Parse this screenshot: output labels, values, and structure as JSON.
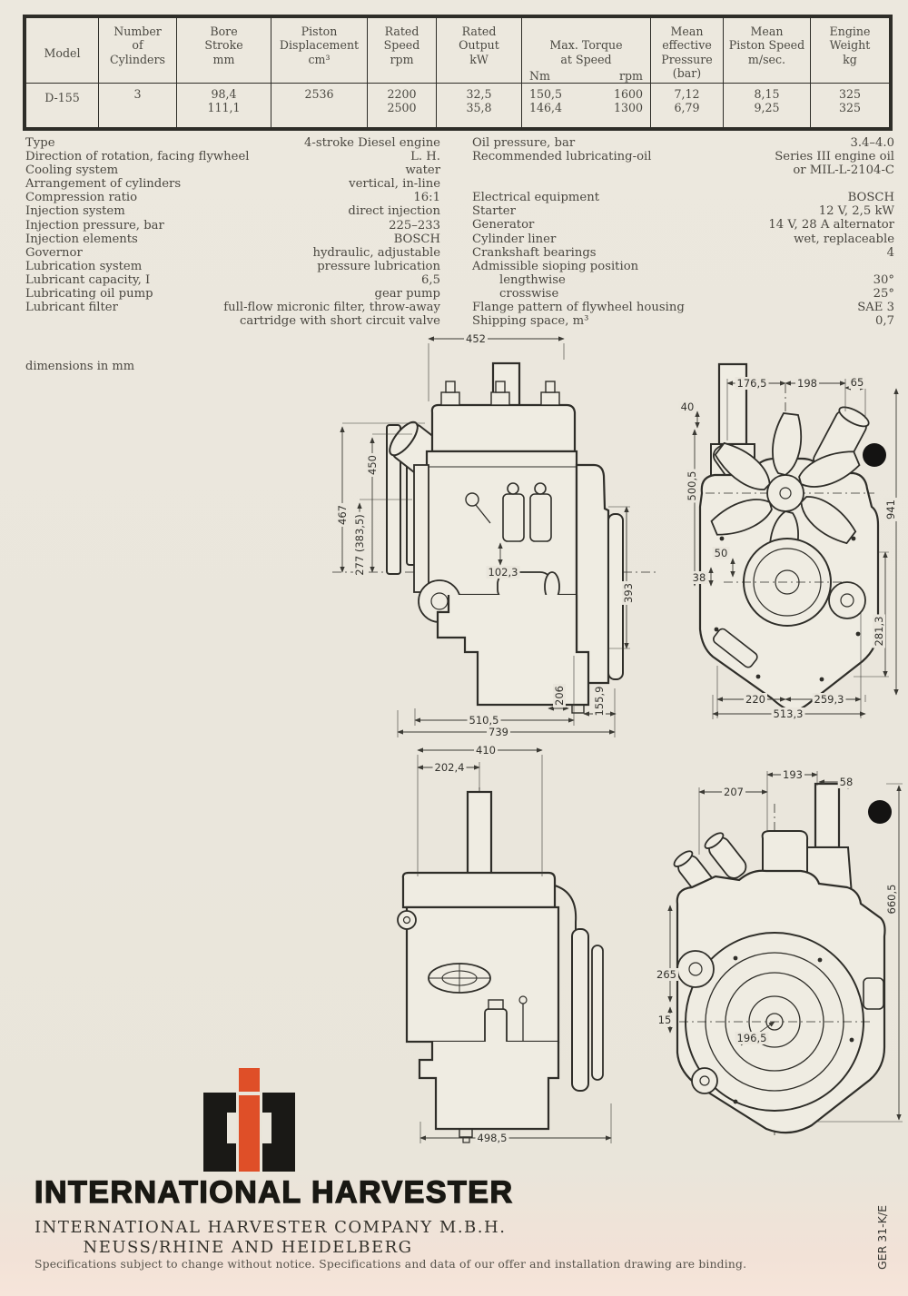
{
  "table": {
    "headers": {
      "model": "Model",
      "cylinders": "Number\nof\nCylinders",
      "bore_stroke": "Bore\nStroke\nmm",
      "displacement": "Piston\nDisplacement\ncm³",
      "rated_speed": "Rated\nSpeed\nrpm",
      "rated_output": "Rated\nOutput\nkW",
      "max_torque": "Max. Torque\nat Speed",
      "torque_nm_unit": "Nm",
      "torque_rpm_unit": "rpm",
      "mep": "Mean\neffective\nPressure\n(bar)",
      "piston_speed": "Mean\nPiston Speed\nm/sec.",
      "weight": "Engine\nWeight\nkg"
    },
    "row": {
      "model": "D-155",
      "cylinders": "3",
      "bore_stroke": "98,4\n111,1",
      "displacement": "2536",
      "rated_speed": "2200\n2500",
      "rated_output": "32,5\n35,8",
      "torque_nm": "150,5\n146,4",
      "torque_rpm": "1600\n1300",
      "mep": "7,12\n6,79",
      "piston_speed": "8,15\n9,25",
      "weight": "325\n325"
    }
  },
  "specs": {
    "left": [
      {
        "label": "Type",
        "value": "4-stroke Diesel engine"
      },
      {
        "label": "Direction of rotation, facing flywheel",
        "value": "L. H."
      },
      {
        "label": "Cooling system",
        "value": "water"
      },
      {
        "label": "Arrangement of cylinders",
        "value": "vertical, in-line"
      },
      {
        "label": "Compression ratio",
        "value": "16:1"
      },
      {
        "label": "Injection system",
        "value": "direct injection"
      },
      {
        "label": "Injection pressure, bar",
        "value": "225–233"
      },
      {
        "label": "Injection elements",
        "value": "BOSCH"
      },
      {
        "label": "Governor",
        "value": "hydraulic, adjustable"
      },
      {
        "label": "Lubrication system",
        "value": "pressure lubrication"
      },
      {
        "label": "Lubricant capacity, I",
        "value": "6,5"
      },
      {
        "label": "Lubricating oil pump",
        "value": "gear pump"
      },
      {
        "label": "Lubricant filter",
        "value": "full-flow micronic filter, throw-away\ncartridge with short circuit valve"
      }
    ],
    "right": [
      {
        "label": "Oil pressure, bar",
        "value": "3.4–4.0"
      },
      {
        "label": "Recommended lubricating-oil",
        "value": "Series III engine oil\nor MIL-L-2104-C"
      },
      {
        "label": "Electrical equipment",
        "value": "BOSCH"
      },
      {
        "label": "Starter",
        "value": "12 V, 2,5 kW"
      },
      {
        "label": "Generator",
        "value": "14 V, 28 A alternator"
      },
      {
        "label": "Cylinder liner",
        "value": "wet, replaceable"
      },
      {
        "label": "Crankshaft bearings",
        "value": "4"
      },
      {
        "label": "Admissible sioping position",
        "value": ""
      },
      {
        "label": "lengthwise",
        "value": "30°"
      },
      {
        "label": "crosswise",
        "value": "25°"
      },
      {
        "label": "Flange pattern of flywheel housing",
        "value": "SAE 3"
      },
      {
        "label": "Shipping space, m³",
        "value": "0,7"
      }
    ]
  },
  "drawings": {
    "note": "dimensions in mm",
    "side_view": {
      "dims": [
        "452",
        "450",
        "467",
        "277 (383,5)",
        "102,3",
        "393",
        "206",
        "155,9",
        "510,5",
        "739"
      ]
    },
    "front_view": {
      "dims": [
        "176,5",
        "198",
        "65",
        "40",
        "500,5",
        "941",
        "50",
        "38",
        "281,3",
        "220",
        "259,3",
        "513,3"
      ]
    },
    "left_side_view": {
      "dims": [
        "410",
        "202,4",
        "498,5"
      ]
    },
    "rear_view": {
      "dims": [
        "193",
        "58",
        "207",
        "660,5",
        "265",
        "15",
        "196,5"
      ]
    }
  },
  "footer": {
    "brand": "INTERNATIONAL HARVESTER",
    "company": "INTERNATIONAL HARVESTER COMPANY M.B.H.",
    "location": "NEUSS/RHINE AND HEIDELBERG",
    "disclaimer": "Specifications subject to change without notice. Specifications and data of our offer and installation drawing are binding.",
    "form_code": "GER 31-K/E",
    "brand_red": "#df4f28",
    "brand_black": "#1a1916"
  }
}
